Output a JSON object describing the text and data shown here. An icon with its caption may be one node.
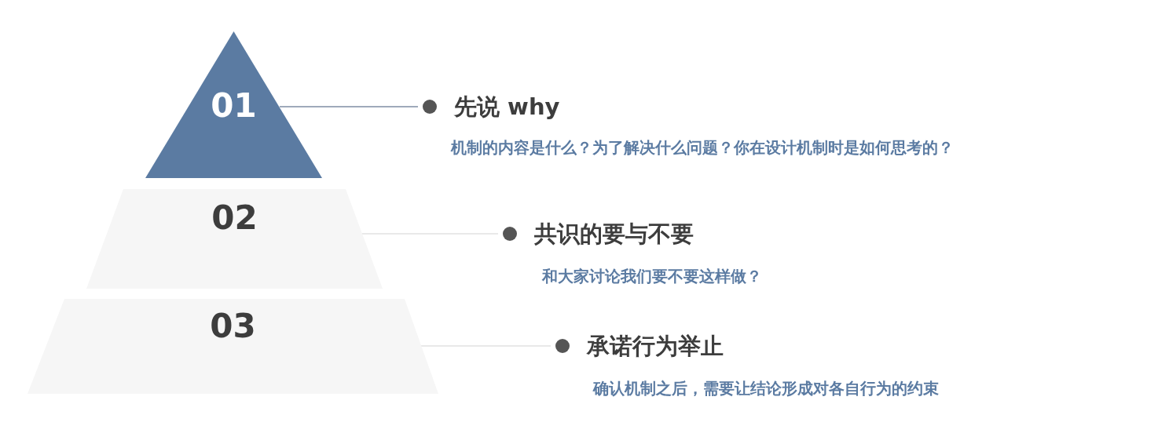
{
  "diagram": {
    "nodes": [
      {
        "text": [
          "01"
        ]
      },
      {
        "text": [
          "先说 why",
          "机制的内容是什么？为了解决什么问题？你在设计机制时是如何思考的？"
        ]
      },
      {
        "text": [
          "02"
        ]
      },
      {
        "text": [
          "共识的要与不要",
          "和大家讨论我们要不要这样做？"
        ]
      },
      {
        "text": [
          "03"
        ]
      },
      {
        "text": [
          "承诺行为举止",
          "确认机制之后，需要让结论形成对各自行为的约束"
        ]
      }
    ],
    "edges": [
      {
        "from": 1,
        "to": 0,
        "arrow": "none",
        "color": "#7f8ea5"
      },
      {
        "from": 3,
        "to": 2,
        "arrow": "none"
      },
      {
        "from": 5,
        "to": 4,
        "arrow": "none"
      }
    ]
  }
}
